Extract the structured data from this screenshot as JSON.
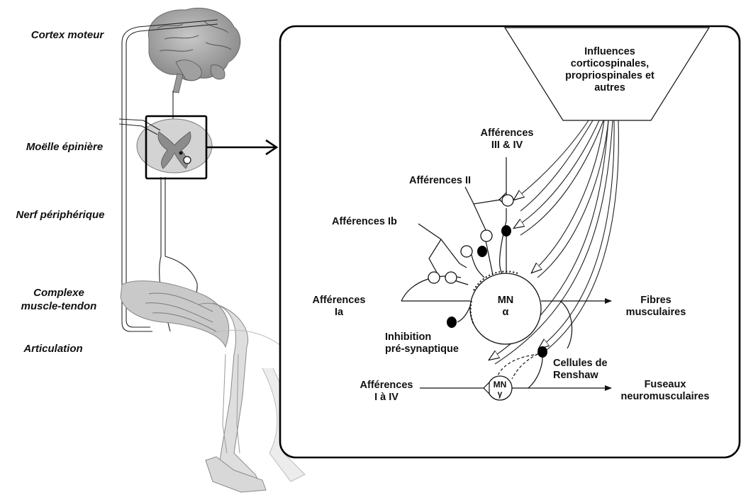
{
  "left_labels": {
    "cortex": "Cortex moteur",
    "spinal_cord": "Moëlle épinière",
    "peripheral_nerve": "Nerf périphérique",
    "muscle_tendon": [
      "Complexe",
      "muscle-tendon"
    ],
    "joint": "Articulation"
  },
  "detail": {
    "influences": [
      "Influences",
      "corticospinales,",
      "propriospinales et",
      "autres"
    ],
    "aff_3_4": [
      "Afférences",
      "III & IV"
    ],
    "aff_2": "Afférences II",
    "aff_1b": "Afférences Ib",
    "aff_1a": [
      "Afférences",
      "Ia"
    ],
    "mn_alpha": [
      "MN",
      "α"
    ],
    "mn_gamma": [
      "MN",
      "γ"
    ],
    "fibres": [
      "Fibres",
      "musculaires"
    ],
    "inhibition": [
      "Inhibition",
      "pré-synaptique"
    ],
    "renshaw": [
      "Cellules de",
      "Renshaw"
    ],
    "aff_1_4": [
      "Afférences",
      "I à IV"
    ],
    "fuseaux": [
      "Fuseaux",
      "neuromusculaires"
    ]
  },
  "colors": {
    "line": "#111111",
    "brain": "#8f8f8f",
    "leg": "#b5b5b5",
    "inhibitory_terminal": "#000000",
    "excitatory_terminal": "#ffffff"
  }
}
